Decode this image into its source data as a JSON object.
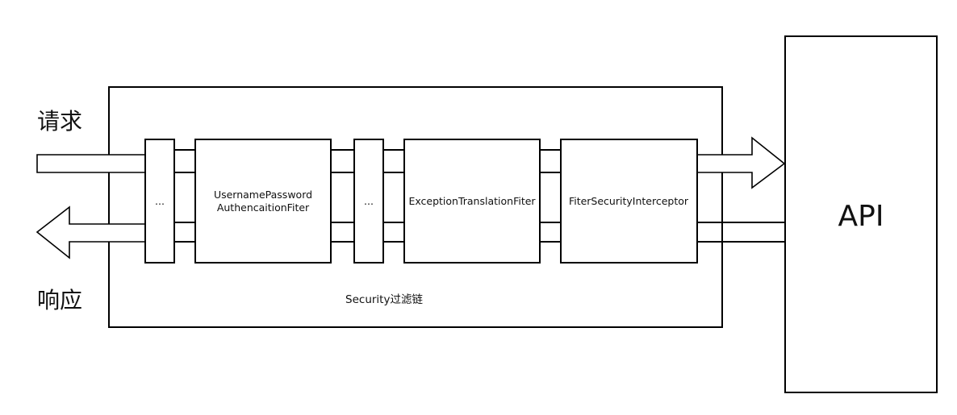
{
  "labels": {
    "request": "请求",
    "response": "响应",
    "api": "API",
    "chain": "Security过滤链"
  },
  "filters": {
    "ellipsis_1": "...",
    "username_line1": "UsernamePassword",
    "username_line2": "AuthencaitionFiter",
    "ellipsis_2": "...",
    "exception": "ExceptionTranslationFiter",
    "interceptor": "FiterSecurityInterceptor"
  }
}
